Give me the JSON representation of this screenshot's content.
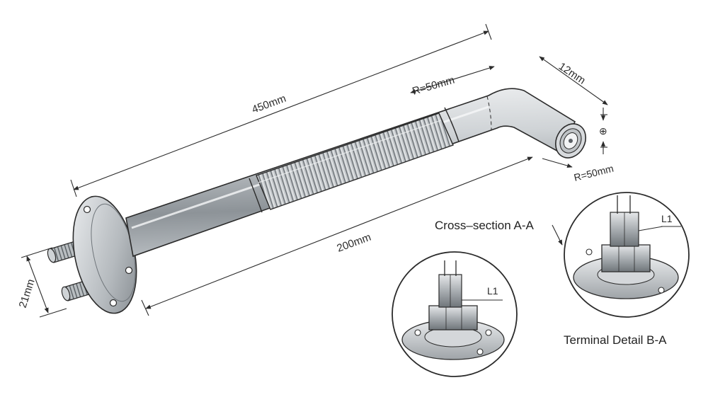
{
  "diagram": {
    "dimensions": {
      "overall_length": "450mm",
      "bend_radius_top": "R=50mm",
      "tube_diameter": "12mm",
      "end_symbol": "⊕",
      "bend_radius_end": "R=50mm",
      "heated_length": "200mm",
      "terminal_spacing": "21mm"
    },
    "callouts": {
      "cross_section": "Cross–section A-A",
      "terminal_detail": "Terminal Detail B-A",
      "detail_a_label": "L1",
      "detail_b_label": "L1"
    },
    "colors": {
      "line": "#2b2b2b",
      "metal_dark": "#7d8388",
      "metal_light": "#eef0f2"
    }
  }
}
